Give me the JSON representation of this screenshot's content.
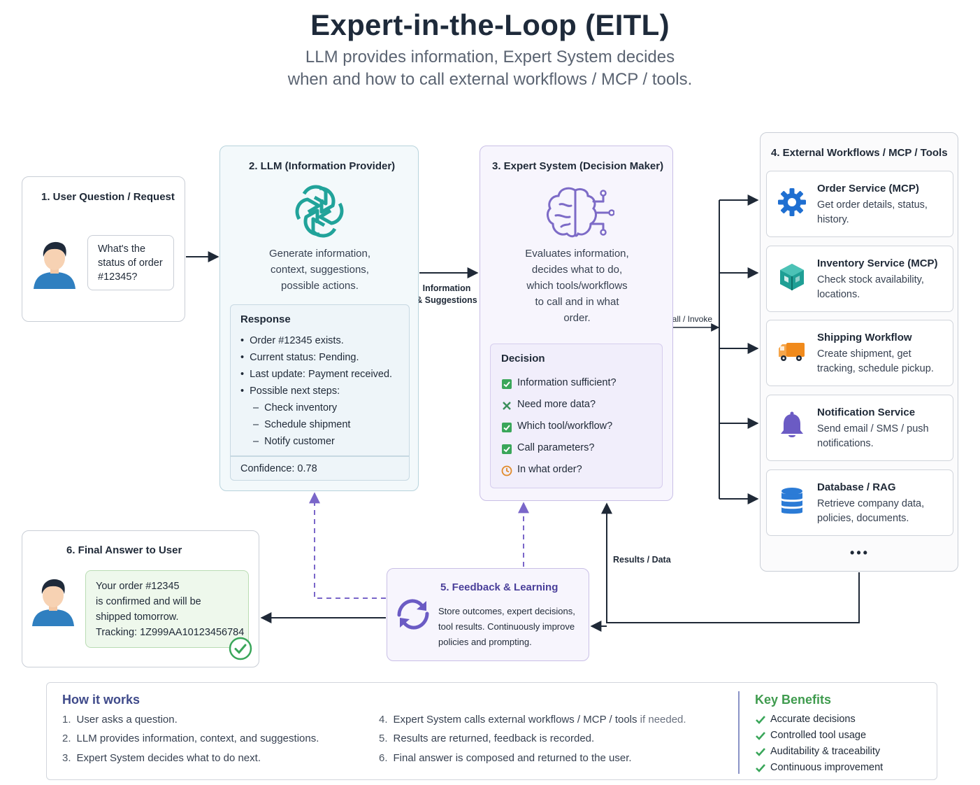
{
  "title": "Expert-in-the-Loop (EITL)",
  "subtitle_line1": "LLM provides information, Expert System decides",
  "subtitle_line2": "when and how to call external workflows / MCP / tools.",
  "user_request": {
    "title": "1. User Question / Request",
    "icon": "user-avatar-icon",
    "question_lines": [
      "What's the",
      "status of order",
      "#12345?"
    ]
  },
  "llm": {
    "title": "2. LLM (Information Provider)",
    "icon": "openai-logo-icon",
    "description_lines": [
      "Generate information,",
      "context, suggestions,",
      "possible actions."
    ],
    "response": {
      "title": "Response",
      "bullets": [
        "Order #12345 exists.",
        "Current status: Pending.",
        "Last update: Payment received.",
        "Possible next steps:"
      ],
      "sub_items": [
        "Check inventory",
        "Schedule shipment",
        "Notify customer"
      ],
      "confidence": "Confidence: 0.78"
    }
  },
  "expert": {
    "title": "3. Expert System (Decision Maker)",
    "icon": "brain-circuit-icon",
    "description_lines": [
      "Evaluates information,",
      "decides what to do,",
      "which tools/workflows",
      "to call and in what",
      "order."
    ],
    "decision": {
      "title": "Decision",
      "items": [
        {
          "label": "Information sufficient?",
          "status": "check"
        },
        {
          "label": "Need more data?",
          "status": "cross"
        },
        {
          "label": "Which tool/workflow?",
          "status": "check"
        },
        {
          "label": "Call parameters?",
          "status": "check"
        },
        {
          "label": "In what order?",
          "status": "clock"
        }
      ]
    }
  },
  "external": {
    "title": "4. External Workflows / MCP / Tools",
    "services": [
      {
        "name": "Order Service (MCP)",
        "desc": "Get order details, status, history.",
        "icon": "gear-icon"
      },
      {
        "name": "Inventory Service (MCP)",
        "desc": "Check stock availability, locations.",
        "icon": "box-icon"
      },
      {
        "name": "Shipping Workflow",
        "desc": "Create shipment, get tracking, schedule pickup.",
        "icon": "truck-icon"
      },
      {
        "name": "Notification Service",
        "desc": "Send email / SMS / push notifications.",
        "icon": "bell-icon"
      },
      {
        "name": "Database / RAG",
        "desc": "Retrieve company data, policies, documents.",
        "icon": "database-icon"
      }
    ],
    "more": "•••"
  },
  "feedback": {
    "title": "5. Feedback & Learning",
    "icon": "refresh-cycle-icon",
    "description": "Store outcomes, expert decisions, tool results. Continuously improve policies and prompting."
  },
  "final_answer": {
    "title": "6. Final Answer to User",
    "lines": [
      "Your order #12345",
      "is confirmed and will be",
      "shipped tomorrow.",
      "Tracking: 1Z999AA10123456784"
    ]
  },
  "connector_labels": {
    "info_line1": "Information",
    "info_line2": "& Suggestions",
    "call": "Call / Invoke",
    "results": "Results / Data"
  },
  "how_it_works": {
    "title": "How it works",
    "steps": [
      {
        "num": "1.",
        "text": "User asks a question."
      },
      {
        "num": "2.",
        "text": "LLM provides information, context, and suggestions."
      },
      {
        "num": "3.",
        "text": "Expert System decides what to do next."
      },
      {
        "num": "4.",
        "text": "Expert System calls external workflows / MCP / tools",
        "suffix": " if needed."
      },
      {
        "num": "5.",
        "text": "Results are returned, feedback is recorded."
      },
      {
        "num": "6.",
        "text": "Final answer is composed and returned to the user."
      }
    ]
  },
  "key_benefits": {
    "title": "Key Benefits",
    "items": [
      "Accurate decisions",
      "Controlled tool usage",
      "Auditability & traceability",
      "Continuous improvement"
    ]
  },
  "colors": {
    "title": "#1e2a3a",
    "llm_teal": "#21a39a",
    "expert_purple": "#7d6bc7",
    "check_green": "#3aa65a",
    "dashed_purple": "#7a66c9",
    "order_blue": "#1f6fd1",
    "inventory_teal": "#1f9f95",
    "truck_orange": "#f08a1c",
    "bell_purple": "#6b5bc4",
    "db_blue": "#2b7bd6"
  }
}
